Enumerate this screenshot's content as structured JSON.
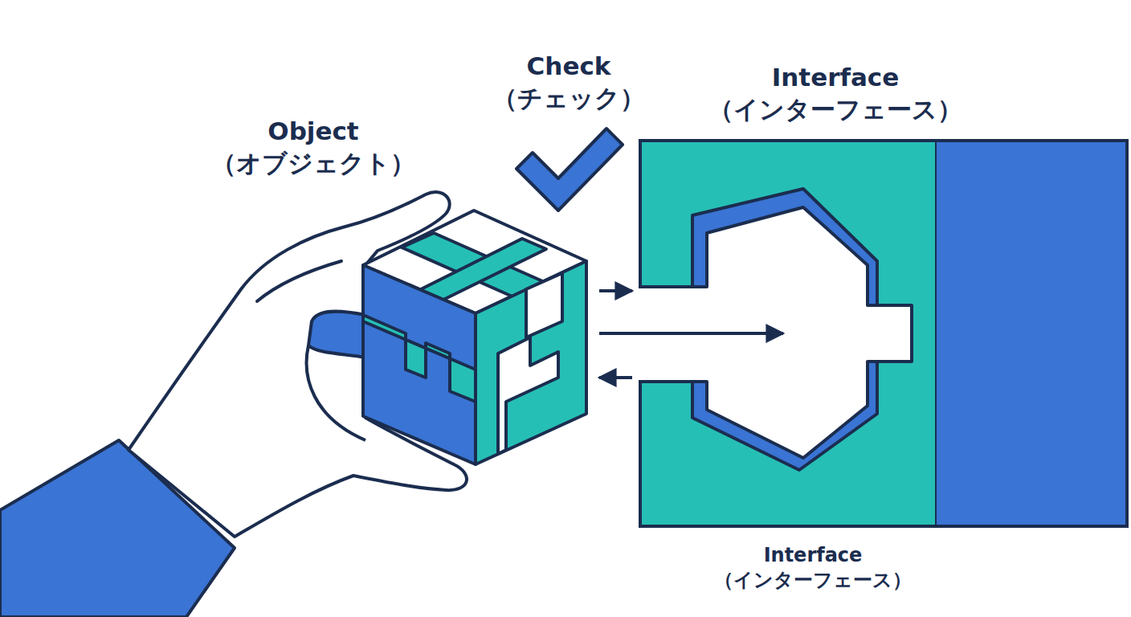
{
  "diagram": {
    "nodes": [
      {
        "text": [
          "Object （オブジェクト）"
        ]
      },
      {
        "text": [
          "Interface （インターフェース）"
        ]
      }
    ],
    "edges": [
      {
        "from": 0,
        "to": 1,
        "arrow": "to"
      },
      {
        "from": 0,
        "to": 1,
        "arrow": "to"
      },
      {
        "from": 1,
        "to": 0,
        "arrow": "to"
      }
    ],
    "labels": [
      "Check （チェック）",
      "Interface （インターフェース）"
    ]
  }
}
